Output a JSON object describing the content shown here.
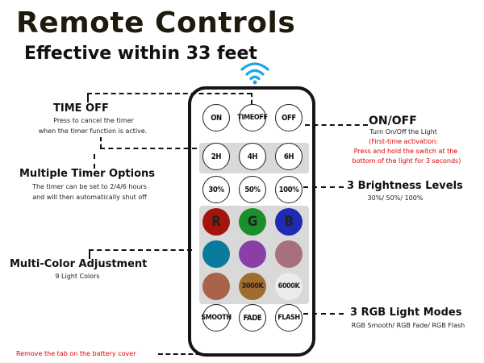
{
  "header": {
    "title": "Remote Controls",
    "subtitle": "Effective within 33 feet"
  },
  "remote": {
    "rows": [
      [
        {
          "label": "ON"
        },
        {
          "label": "TIMEOFF"
        },
        {
          "label": "OFF"
        }
      ],
      [
        {
          "label": "2H"
        },
        {
          "label": "4H"
        },
        {
          "label": "6H"
        }
      ],
      [
        {
          "label": "30%"
        },
        {
          "label": "50%"
        },
        {
          "label": "100%"
        }
      ],
      [
        {
          "label": "R",
          "color": "#a4150e"
        },
        {
          "label": "G",
          "color": "#1a8f2a"
        },
        {
          "label": "B",
          "color": "#1d2bb5"
        }
      ],
      [
        {
          "label": "",
          "color": "#0a7a9e"
        },
        {
          "label": "",
          "color": "#8a3fa8"
        },
        {
          "label": "",
          "color": "#a8707c"
        }
      ],
      [
        {
          "label": "",
          "color": "#a8634a"
        },
        {
          "label": "3000K",
          "color": "#a06c30"
        },
        {
          "label": "6000K",
          "color": "#ececec"
        }
      ],
      [
        {
          "label": "SMOOTH"
        },
        {
          "label": "FADE"
        },
        {
          "label": "FLASH"
        }
      ]
    ]
  },
  "annotations": {
    "time_off": {
      "heading": "TIME OFF",
      "line1": "Press to cancel the timer",
      "line2": "when the timer function is active."
    },
    "on_off": {
      "heading": "ON/OFF",
      "line1": "Turn On/Off the Light",
      "red1": "(First-time activation:",
      "red2": "Press and hold the switch at the",
      "red3": "bottom of the light for 3 seconds)"
    },
    "timer_options": {
      "heading": "Multiple Timer Options",
      "line1": "The timer can be set to 2/4/6 hours",
      "line2": "and will then automatically shut off"
    },
    "brightness": {
      "heading": "3 Brightness Levels",
      "line1": "30%/ 50%/ 100%"
    },
    "multi_color": {
      "heading": "Multi-Color Adjustment",
      "line1": "9 Light Colors"
    },
    "rgb_modes": {
      "heading": "3 RGB Light Modes",
      "line1": "RGB Smooth/ RGB Fade/ RGB Flash"
    },
    "battery": {
      "text": "Remove the tab on the battery cover"
    }
  },
  "colors": {
    "wifi": "#1aa3e8",
    "note_red": "#e00000",
    "panel": "#d9d9d9"
  }
}
